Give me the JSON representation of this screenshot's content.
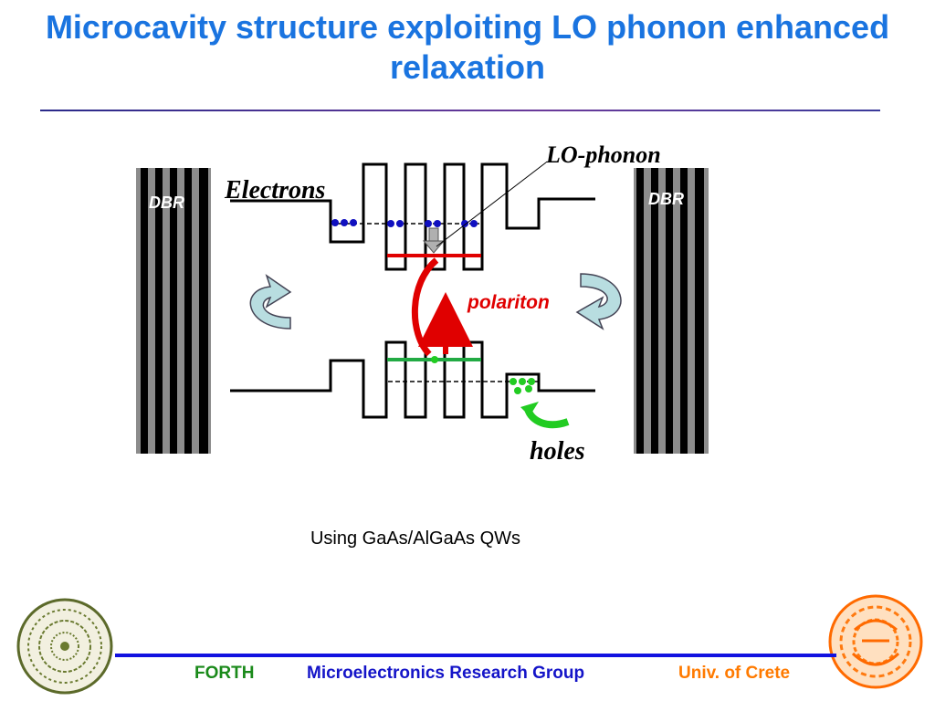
{
  "title": "Microcavity structure exploiting LO phonon enhanced relaxation",
  "labels": {
    "dbr_left": "DBR",
    "dbr_right": "DBR",
    "electrons": "Electrons",
    "lo_phonon": "LO-phonon",
    "polariton": "polariton",
    "holes": "holes"
  },
  "caption": "Using GaAs/AlGaAs QWs",
  "footer": {
    "left": "FORTH",
    "center": "Microelectronics Research Group",
    "right": "Univ. of Crete"
  },
  "colors": {
    "title": "#1a74e0",
    "polariton": "#e00000",
    "electron_dot": "#1010c0",
    "hole_dot": "#22cc22",
    "forth": "#1a8a1a",
    "group": "#1414c8",
    "univ": "#ff7a00"
  }
}
